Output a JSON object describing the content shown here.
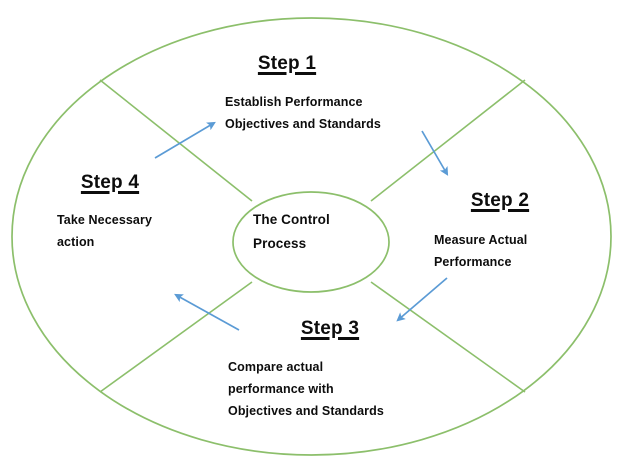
{
  "diagram": {
    "title": "The Control Process",
    "type": "cycle-wheel",
    "center": {
      "label_line1": "The Control",
      "label_line2": "Process"
    },
    "colors": {
      "ring_stroke": "#8CBF6B",
      "spoke_stroke": "#8CBF6B",
      "arrow": "#5B9BD5",
      "text": "#0D0D0D",
      "background": "#FFFFFF"
    },
    "steps": [
      {
        "id": "step-1",
        "title": "Step 1",
        "body_lines": [
          "Establish Performance",
          "Objectives and Standards"
        ],
        "quadrant": "top"
      },
      {
        "id": "step-2",
        "title": "Step 2",
        "body_lines": [
          "Measure Actual",
          "Performance"
        ],
        "quadrant": "right"
      },
      {
        "id": "step-3",
        "title": "Step 3",
        "body_lines": [
          "Compare actual",
          "performance with",
          "Objectives and Standards"
        ],
        "quadrant": "bottom"
      },
      {
        "id": "step-4",
        "title": "Step 4",
        "body_lines": [
          "Take Necessary",
          "action"
        ],
        "quadrant": "left"
      }
    ],
    "arrows": [
      {
        "id": "arrow-to-step-1",
        "direction": "up-right",
        "from_step": "step-4",
        "to_step": "step-1"
      },
      {
        "id": "arrow-to-step-2",
        "direction": "down-right",
        "from_step": "step-1",
        "to_step": "step-2"
      },
      {
        "id": "arrow-to-step-3",
        "direction": "down-left",
        "from_step": "step-2",
        "to_step": "step-3"
      },
      {
        "id": "arrow-to-step-4",
        "direction": "up-left",
        "from_step": "step-3",
        "to_step": "step-4"
      }
    ]
  }
}
